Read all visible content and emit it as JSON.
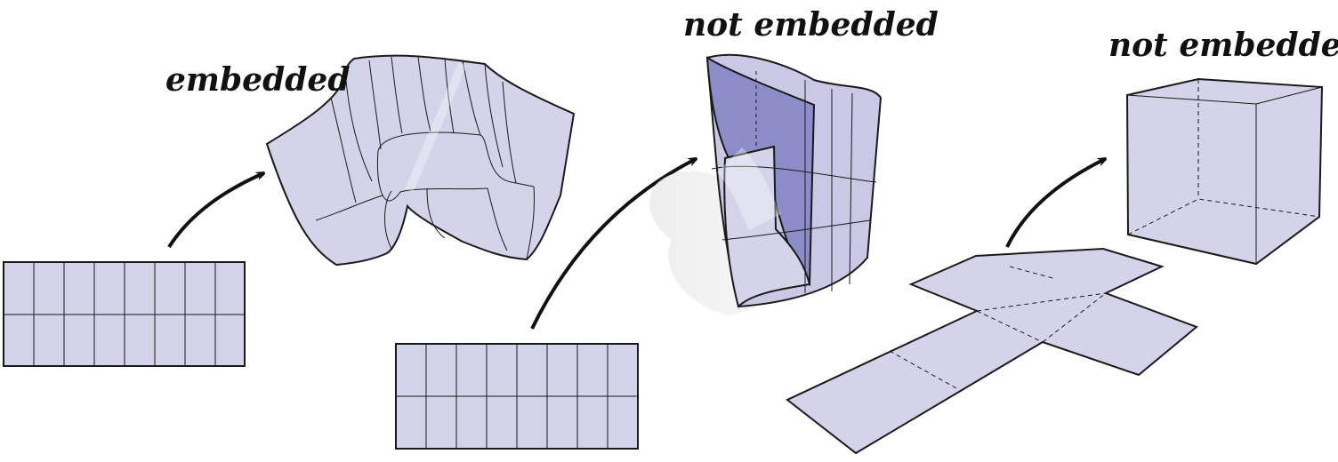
{
  "labels": {
    "embedded": "embedded",
    "not_embedded_cylinder": "not embedded",
    "not_embedded_cube": "not embedded"
  },
  "colors": {
    "fill": "#d3d3ea",
    "fill_dark": "#8c8cc8",
    "stroke": "#1a1a1a",
    "shadow": "#e6e6e6"
  },
  "panels": [
    {
      "name": "embedded-surface",
      "grid": {
        "rows": 2,
        "cols": 8
      }
    },
    {
      "name": "self-intersecting-surface",
      "grid": {
        "rows": 2,
        "cols": 8
      }
    },
    {
      "name": "cube-net",
      "faces": 6
    }
  ]
}
